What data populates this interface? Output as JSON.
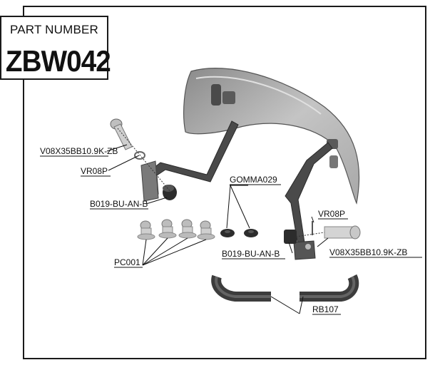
{
  "part_box": {
    "title": "PART NUMBER",
    "code": "ZBW042"
  },
  "labels": {
    "bolt_left": "V08X35BB10.9K-ZB",
    "washer_left": "VR08P",
    "spacer_left": "B019-BU-AN-B",
    "rubber": "GOMMA029",
    "washer_right": "VR08P",
    "spacer_right": "B019-BU-AN-B",
    "bolt_right": "V08X35BB10.9K-ZB",
    "plugs": "PC001",
    "tubes": "RB107"
  },
  "colors": {
    "part_dark": "#3f3f3f",
    "part_light": "#c9c9c9",
    "line": "#111111"
  }
}
